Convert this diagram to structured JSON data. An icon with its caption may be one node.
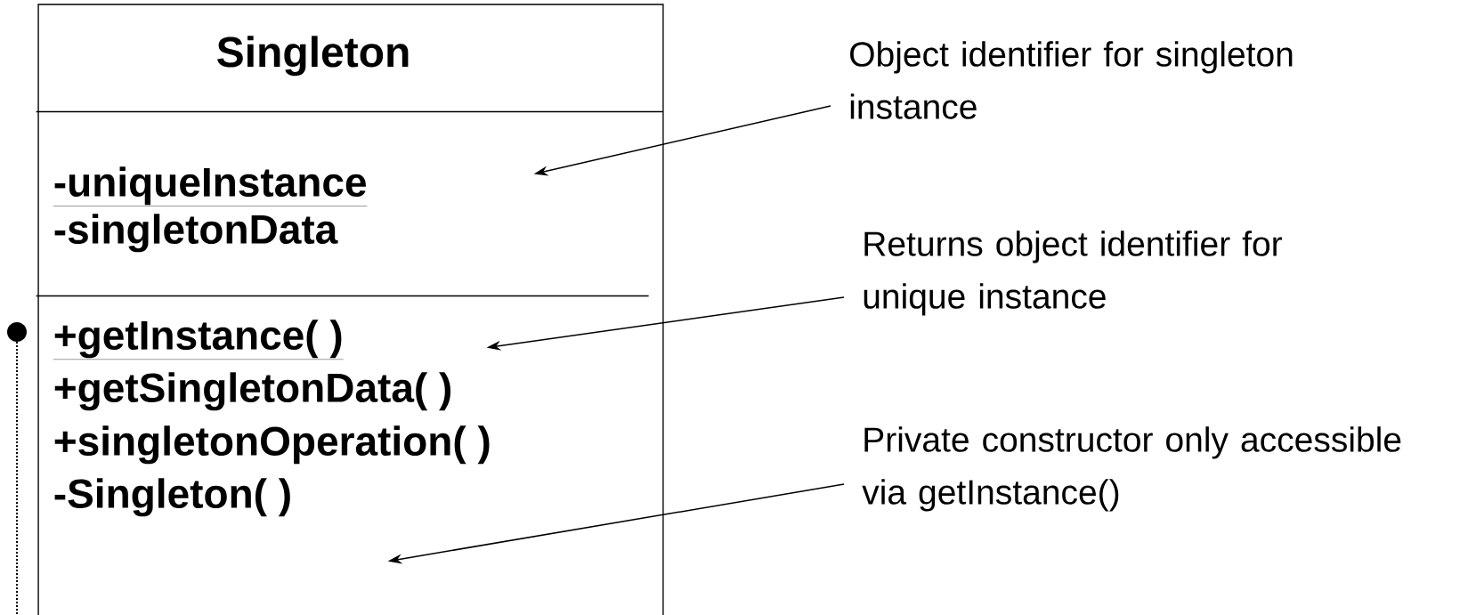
{
  "diagram": {
    "nodes": [
      {
        "text": [
          "Singleton"
        ]
      },
      {
        "text": [
          "-uniqueInstance",
          "-singletonData"
        ],
        "in": 0
      },
      {
        "text": [
          "+getInstance( )",
          "+getSingletonData( )",
          "+singletonOperation( )",
          "-Singleton( )"
        ],
        "in": 0
      },
      {
        "text": [
          "Object identifier for singleton instance"
        ]
      },
      {
        "text": [
          "Returns object identifier for unique instance"
        ]
      },
      {
        "text": [
          "Private constructor only accessible via getInstance()"
        ]
      }
    ],
    "edges": [
      {
        "from": 3,
        "to": 1,
        "arrow": "to"
      },
      {
        "from": 4,
        "to": 2,
        "arrow": "to"
      },
      {
        "from": 5,
        "to": 2,
        "arrow": "to"
      }
    ]
  }
}
